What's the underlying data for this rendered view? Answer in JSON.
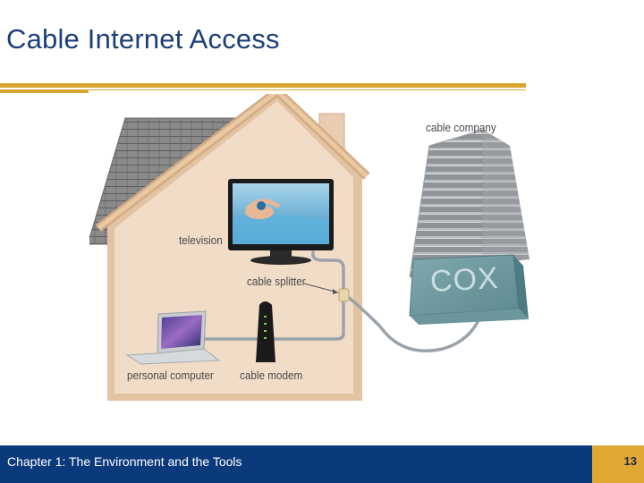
{
  "slide": {
    "title": "Cable Internet Access"
  },
  "diagram": {
    "labels": {
      "cable_company": "cable company",
      "television": "television",
      "cable_splitter": "cable splitter",
      "personal_computer": "personal computer",
      "cable_modem": "cable modem",
      "building_sign": "COX"
    }
  },
  "footer": {
    "chapter": "Chapter 1: The Environment and the Tools",
    "page_number": "13"
  },
  "colors": {
    "title": "#1b3f7a",
    "accent_rule": "#d8a530",
    "footer_bar": "#0b3a7c",
    "page_box": "#e1a733",
    "house_wall": "#f1dcc8",
    "house_trim": "#e3c3a2",
    "roof": "#7a7a7a",
    "cable": "#9aa3ab"
  }
}
